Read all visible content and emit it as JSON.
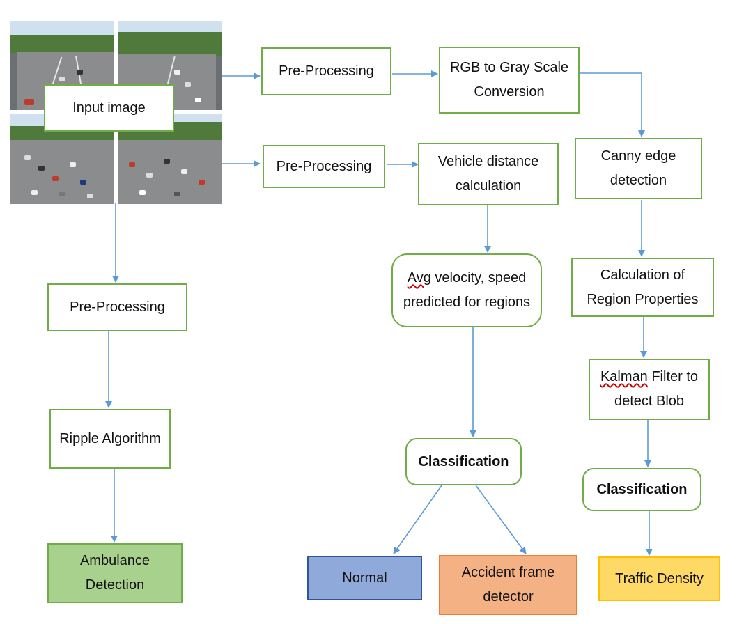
{
  "nodes": {
    "input_image": "Input image",
    "preprocessing_top": "Pre-Processing",
    "rgb_to_gray": "RGB to Gray Scale Conversion",
    "canny": "Canny edge detection",
    "preprocessing_middle": "Pre-Processing",
    "vehicle_distance": "Vehicle distance calculation",
    "avg_velocity_word": "Avg",
    "avg_velocity_rest": " velocity, speed predicted for regions",
    "region_properties": "Calculation of Region Properties",
    "kalman_word": "Kalman",
    "kalman_rest": " Filter to detect Blob",
    "preprocessing_left": "Pre-Processing",
    "ripple": "Ripple Algorithm",
    "ambulance": "Ambulance Detection",
    "classification_mid": "Classification",
    "classification_right": "Classification",
    "normal": "Normal",
    "accident": "Accident frame detector",
    "traffic_density": "Traffic Density"
  },
  "colors": {
    "box_border": "#70ad47",
    "arrow": "#5b9bd5",
    "ambulance_fill": "#a9d18e",
    "normal_fill": "#8fa9db",
    "accident_fill": "#f4b183",
    "traffic_fill": "#ffd966"
  }
}
